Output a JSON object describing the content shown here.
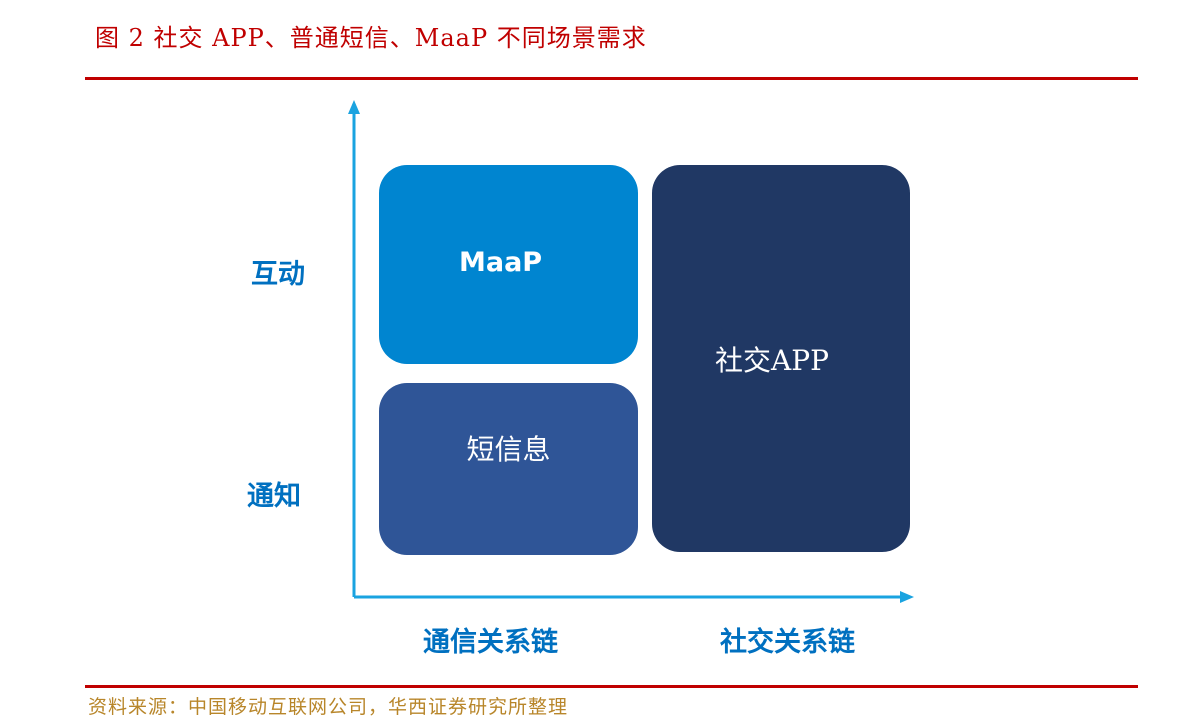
{
  "title": "图 2  社交 APP、普通短信、MaaP 不同场景需求",
  "source": "资料来源：中国移动互联网公司，华西证券研究所整理",
  "diagram": {
    "y_labels": {
      "top": "互动",
      "bottom": "通知"
    },
    "x_labels": {
      "left": "通信关系链",
      "right": "社交关系链"
    },
    "boxes": {
      "maap": "MaaP",
      "sms": "短信息",
      "social": "社交APP"
    }
  },
  "colors": {
    "title": "#c00000",
    "maap": "#0085d0",
    "sms": "#2f5597",
    "social": "#203864",
    "axis": "#1aa3e0"
  }
}
